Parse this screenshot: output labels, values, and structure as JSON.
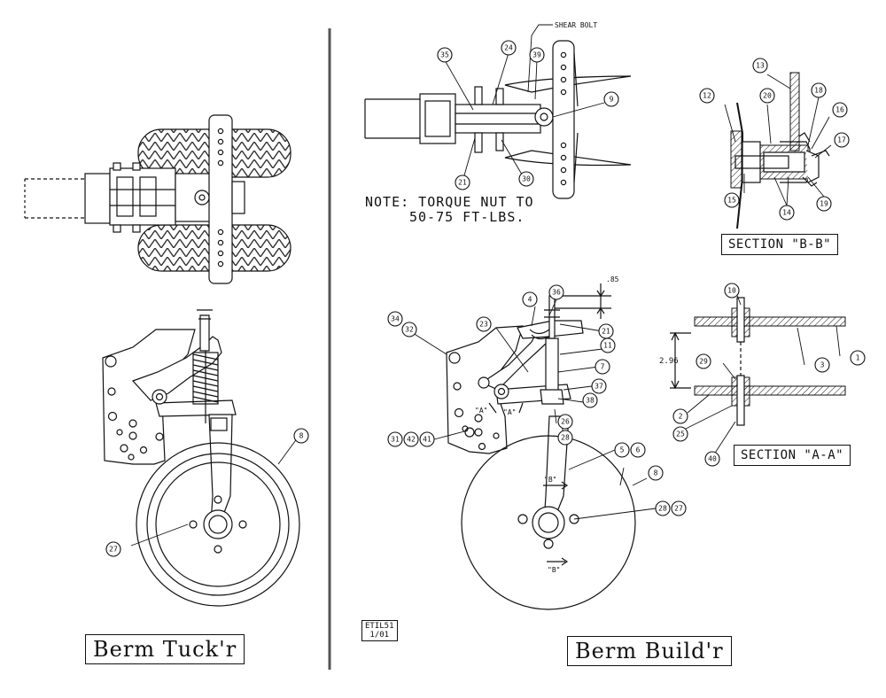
{
  "titles": {
    "left": "Berm Tuck'r",
    "right": "Berm Build'r"
  },
  "sections": {
    "bb": "SECTION \"B-B\"",
    "aa": "SECTION \"A-A\""
  },
  "note": {
    "line1": "NOTE:  TORQUE NUT TO",
    "line2": "50-75 FT-LBS."
  },
  "labels": {
    "shear_bolt": "SHEAR BOLT",
    "dim_085": ".85",
    "dim_296": "2.96",
    "cut_b_top": "\"B\"",
    "cut_b_bottom": "\"B\"",
    "cut_a_left": "\"A\"",
    "cut_a_right": "\"A\""
  },
  "drawing_ref": {
    "line1": "ETIL51",
    "line2": "1/01"
  },
  "callouts": {
    "c35": "35",
    "c24": "24",
    "c39": "39",
    "c9": "9",
    "c21a": "21",
    "c30": "30",
    "c13": "13",
    "c12": "12",
    "c20": "20",
    "c18": "18",
    "c16": "16",
    "c17": "17",
    "c15": "15",
    "c14": "14",
    "c19": "19",
    "c36": "36",
    "c4": "4",
    "c21b": "21",
    "c11": "11",
    "c7": "7",
    "c23": "23",
    "c34": "34",
    "c32": "32",
    "c37": "37",
    "c38": "38",
    "c26": "26",
    "c28a": "28",
    "c31": "31",
    "c42": "42",
    "c41": "41",
    "c5": "5",
    "c6": "6",
    "c8b": "8",
    "c28b": "28",
    "c27b": "27",
    "c10": "10",
    "c1": "1",
    "c3": "3",
    "c29": "29",
    "c2": "2",
    "c25": "25",
    "c40": "40",
    "c8a": "8",
    "c27a": "27"
  }
}
